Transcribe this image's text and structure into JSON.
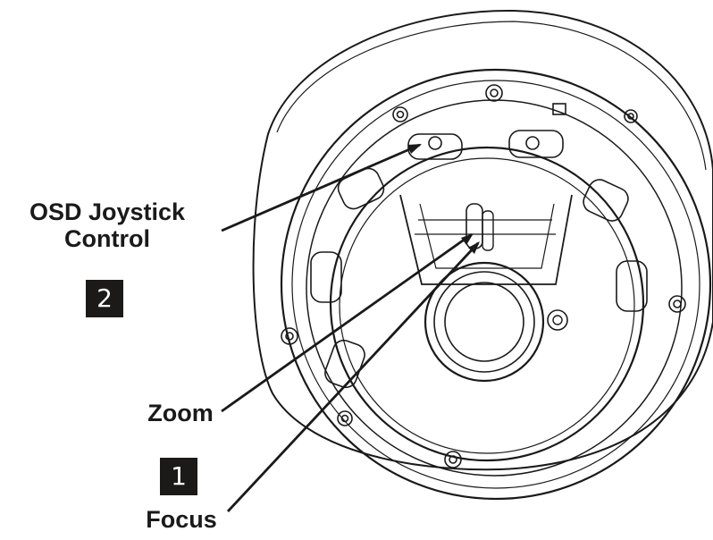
{
  "labels": {
    "osd_line1": "OSD Joystick",
    "osd_line2": "Control",
    "zoom": "Zoom",
    "focus": "Focus"
  },
  "badges": {
    "osd_number": "2",
    "focus_number": "1"
  },
  "colors": {
    "line": "#1a1a1a",
    "badge_bg": "#1c1a18",
    "badge_text": "#ffffff"
  }
}
